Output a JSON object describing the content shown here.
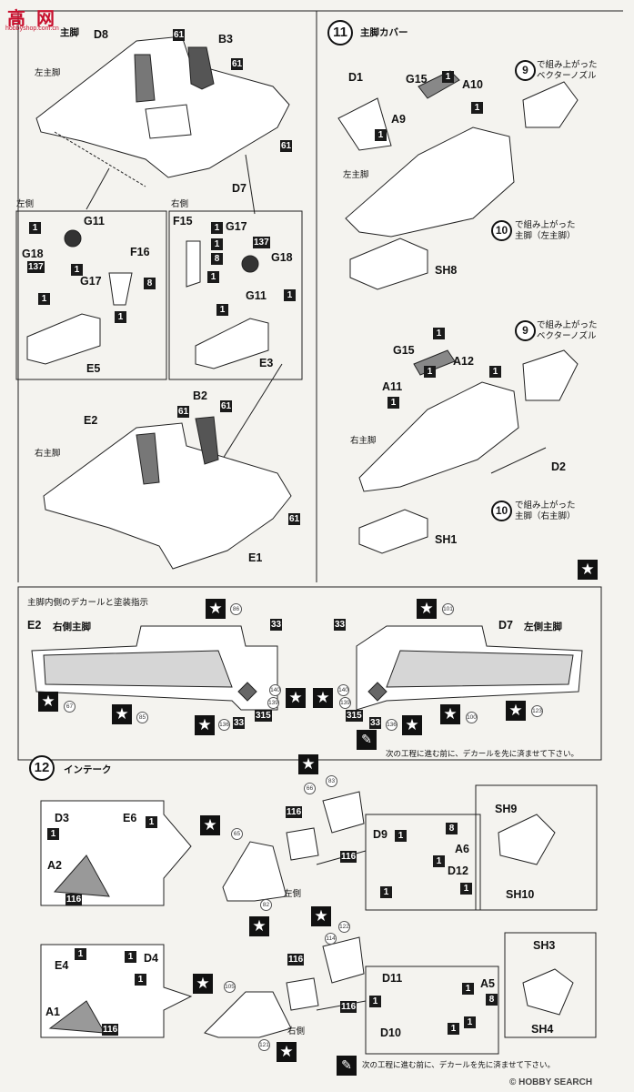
{
  "watermark_top": {
    "text1": "高",
    "text2": "网",
    "url": "hobbyshop.com.cn"
  },
  "watermark_bottom": "© HOBBY SEARCH",
  "step10": {
    "title": "主脚",
    "left_leg": "左主脚",
    "right_leg": "右主脚",
    "left_side": "左側",
    "right_side": "右側"
  },
  "step11": {
    "number": "11",
    "title": "主脚カバー",
    "left_leg": "左主脚",
    "right_leg": "右主脚",
    "assembled_9": "で組み上がった\nベクターノズル",
    "assembled_10_left": "で組み上がった\n主脚（左主脚）",
    "assembled_10_right": "で組み上がった\n主脚（右主脚）",
    "ref9": "9",
    "ref10": "10"
  },
  "decal_box": {
    "title": "主脚内側のデカールと塗装指示",
    "left_part": "E2",
    "left_name": "右側主脚",
    "right_part": "D7",
    "right_name": "左側主脚",
    "note": "次の工程に進む前に、デカールを先に済ませて下さい。"
  },
  "step12": {
    "number": "12",
    "title": "インテーク",
    "left_side": "左側",
    "right_side": "右側",
    "note": "次の工程に進む前に、デカールを先に済ませて下さい。"
  },
  "parts": {
    "D8": "D8",
    "B3": "B3",
    "D7": "D7",
    "G11": "G11",
    "G18": "G18",
    "G17": "G17",
    "F16": "F16",
    "E5": "E5",
    "F15": "F15",
    "E3": "E3",
    "B2": "B2",
    "E2": "E2",
    "E1": "E1",
    "D1": "D1",
    "G15": "G15",
    "A10": "A10",
    "A9": "A9",
    "SH8": "SH8",
    "A11": "A11",
    "A12": "A12",
    "D2": "D2",
    "SH1": "SH1",
    "D3": "D3",
    "E6": "E6",
    "A2": "A2",
    "D9": "D9",
    "A6": "A6",
    "D12": "D12",
    "SH9": "SH9",
    "SH10": "SH10",
    "E4": "E4",
    "D4": "D4",
    "A1": "A1",
    "D11": "D11",
    "A5": "A5",
    "D10": "D10",
    "SH3": "SH3",
    "SH4": "SH4"
  },
  "paint": {
    "p1": "1",
    "p8": "8",
    "p61": "61",
    "p116": "116",
    "p137": "137",
    "p33": "33",
    "p315": "315"
  },
  "decals": {
    "d86": "86",
    "d67": "67",
    "d85": "85",
    "d136": "136",
    "d139": "139",
    "d140": "140",
    "d101": "101",
    "d100": "100",
    "d123": "123",
    "d65": "65",
    "d82": "82",
    "d66": "66",
    "d83": "83",
    "d122": "122",
    "d114": "114",
    "d105": "105",
    "d121": "121"
  },
  "icons": [
    "star-icon",
    "brush-icon"
  ],
  "colors": {
    "ink": "#111111",
    "paper": "#f4f3ef",
    "grey_fill": "#999999",
    "watermark_red": "#c8102e"
  }
}
